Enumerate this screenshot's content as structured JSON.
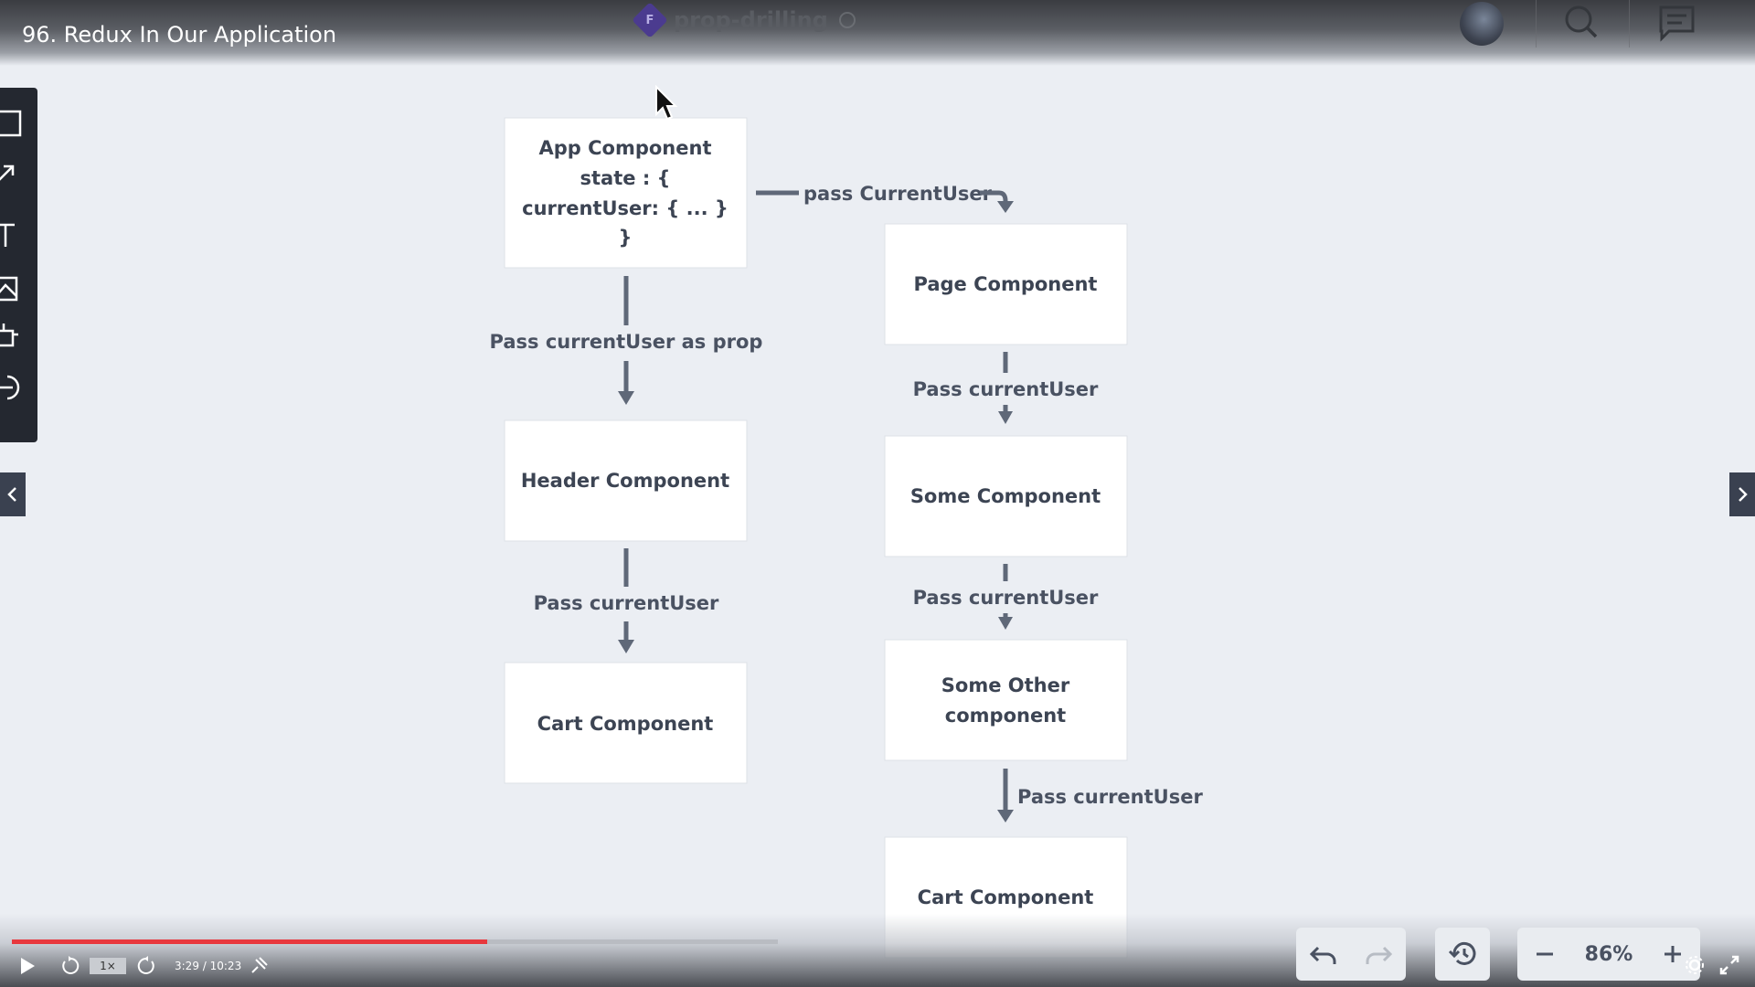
{
  "video": {
    "title": "96. Redux In Our Application",
    "time": "3:29 / 10:23",
    "speed": "1×",
    "progress": 0.62
  },
  "document": {
    "logo_letter": "F",
    "name": "prop-drilling"
  },
  "diagram": {
    "left": {
      "app_lines": [
        "App Component",
        "state : {",
        "currentUser: { ... }",
        "}"
      ],
      "arrow1": "Pass currentUser as prop",
      "header": "Header Component",
      "arrow2": "Pass currentUser",
      "cart": "Cart Component"
    },
    "connector": "pass CurrentUser",
    "right": {
      "page": "Page Component",
      "arrow1": "Pass currentUser",
      "some": "Some Component",
      "arrow2": "Pass currentUser",
      "other_lines": [
        "Some Other",
        "component"
      ],
      "arrow3": "Pass currentUser",
      "cart": "Cart Component"
    }
  },
  "zoom": {
    "value": "86%"
  },
  "icons": [
    "search-icon",
    "comment-icon",
    "rectangle-tool-icon",
    "arrow-tool-icon",
    "text-tool-icon",
    "image-tool-icon",
    "plugin-tool-icon",
    "exit-tool-icon",
    "undo-icon",
    "redo-icon",
    "history-icon",
    "zoom-out-icon",
    "zoom-in-icon",
    "play-icon",
    "replay-icon",
    "forward-icon",
    "settings-icon",
    "fullscreen-icon"
  ]
}
